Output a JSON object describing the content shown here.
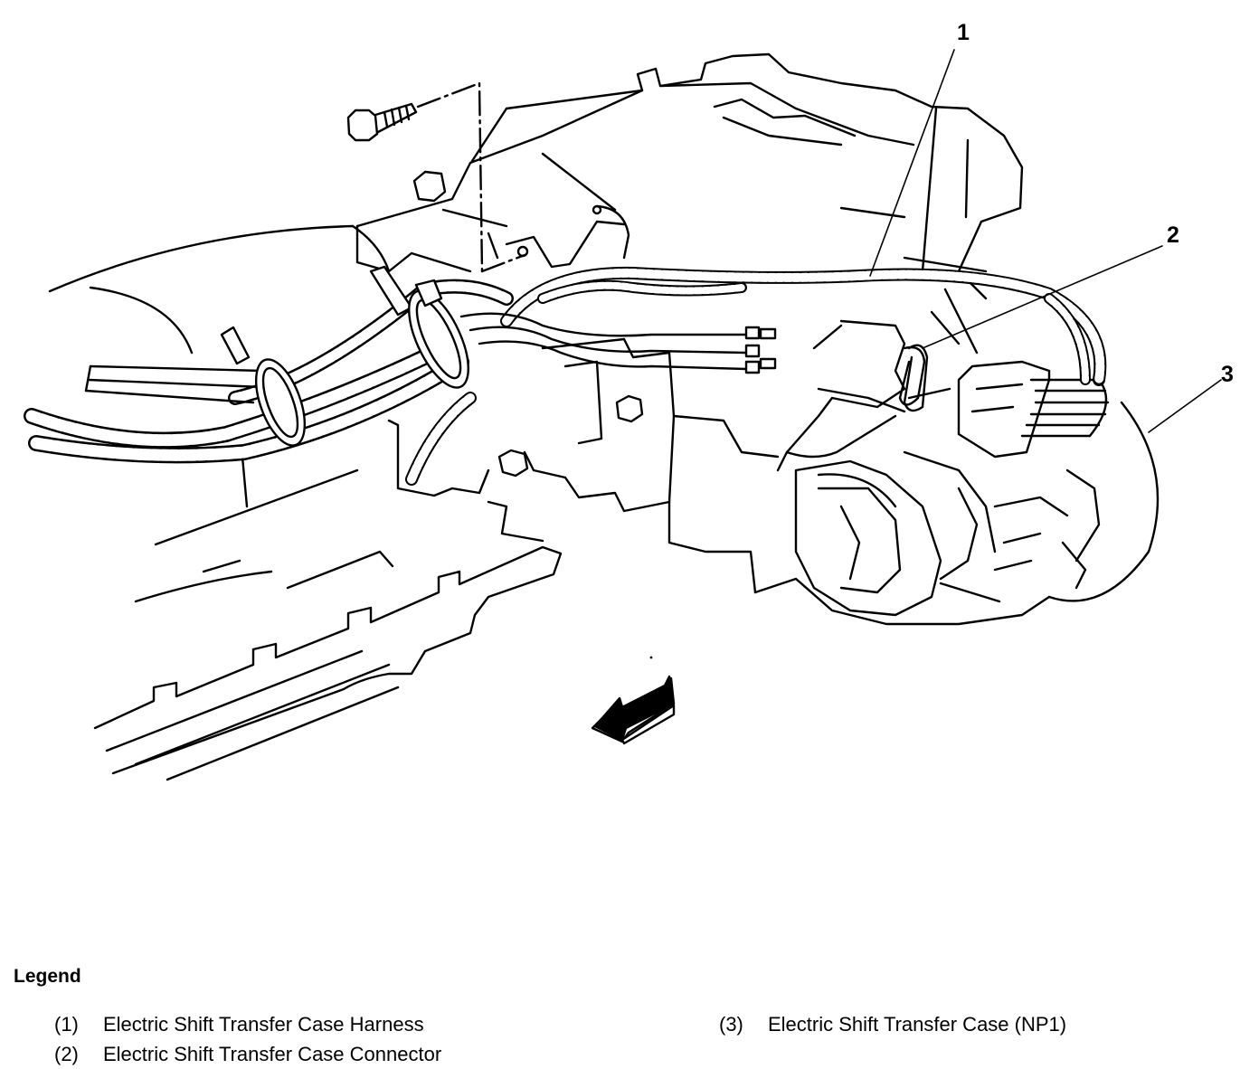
{
  "callouts": {
    "c1": "1",
    "c2": "2",
    "c3": "3"
  },
  "legend": {
    "title": "Legend",
    "items": [
      {
        "number": "(1)",
        "label": "Electric Shift Transfer Case Harness"
      },
      {
        "number": "(2)",
        "label": "Electric Shift Transfer Case Connector"
      },
      {
        "number": "(3)",
        "label": "Electric Shift Transfer Case (NP1)"
      }
    ]
  },
  "colors": {
    "ink": "#000000",
    "paper": "#ffffff"
  }
}
